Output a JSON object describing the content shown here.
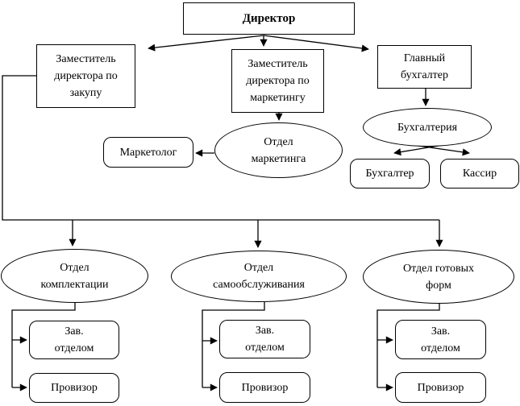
{
  "nodes": {
    "director": "Директор",
    "deputy_procurement": "Заместитель\nдиректора по\nзакупу",
    "deputy_marketing": "Заместитель\nдиректора по\nмаркетингу",
    "chief_accountant": "Главный\nбухгалтер",
    "accounting": "Бухгалтерия",
    "accountant": "Бухгалтер",
    "cashier": "Кассир",
    "marketer": "Маркетолог",
    "marketing_dept": "Отдел\nмаркетинга",
    "dept_picking": "Отдел\nкомплектации",
    "dept_self_service": "Отдел\nсамообслуживания",
    "dept_ready_forms": "Отдел готовых\nформ",
    "department_head": "Зав.\nотделом",
    "pharmacist": "Провизор"
  },
  "colors": {
    "line": "#000000",
    "shape_fill": "#ffffff",
    "background": "#ffffff"
  }
}
